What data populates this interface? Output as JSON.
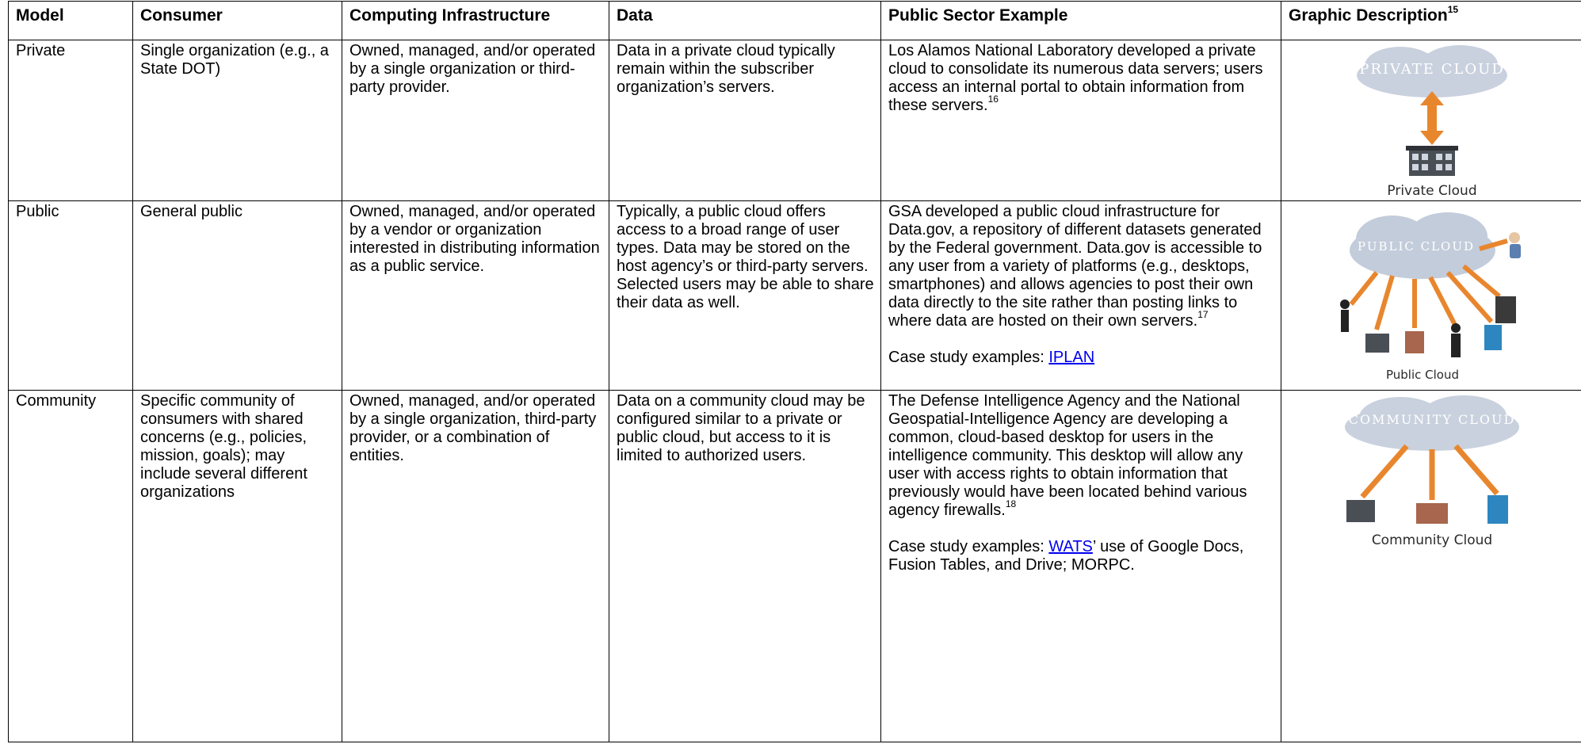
{
  "headers": {
    "model": "Model",
    "consumer": "Consumer",
    "computing": "Computing Infrastructure",
    "data": "Data",
    "example": "Public Sector Example",
    "graphic": "Graphic Description",
    "graphic_note": "15"
  },
  "rows": [
    {
      "model": "Private",
      "consumer": "Single organization (e.g., a State DOT)",
      "computing": "Owned, managed, and/or operated by a single organization or third-party provider.",
      "data": "Data in a private cloud typically remain within the subscriber organization’s servers.",
      "example": "Los Alamos National Laboratory developed a private cloud to consolidate its numerous data servers; users access an internal portal to obtain information from these servers.",
      "example_note": "16",
      "graphic_label": "PRIVATE CLOUD",
      "graphic_caption": "Private Cloud"
    },
    {
      "model": "Public",
      "consumer": "General public",
      "computing": "Owned, managed, and/or operated by a vendor or organization interested in distributing information as a public service.",
      "data": "Typically, a public cloud offers access to a broad range of user types. Data may be stored on the host agency’s or third-party servers. Selected users may be able to share their data as well.",
      "example": "GSA developed a public cloud infrastructure for Data.gov, a repository of different datasets generated by the Federal government. Data.gov is accessible to any user from a variety of platforms (e.g., desktops, smartphones) and allows agencies to post their own data directly to the site rather than posting links to where data are hosted on their own servers.",
      "example_note": "17",
      "case_prefix": "Case study examples: ",
      "case_link": "IPLAN",
      "graphic_label": "PUBLIC CLOUD",
      "graphic_caption": "Public Cloud"
    },
    {
      "model": "Community",
      "consumer": "Specific community of consumers with shared concerns (e.g., policies, mission, goals); may include several different organizations",
      "computing": "Owned, managed, and/or operated by a single organization, third-party provider, or a combination of entities.",
      "data": "Data on a community cloud may be configured similar to a private or public cloud, but access to it is limited to authorized users.",
      "example": "The Defense Intelligence Agency and the National Geospatial-Intelligence Agency are developing a common, cloud-based desktop for users in the intelligence community. This desktop will allow any user with access rights to obtain information that previously would have been located behind various agency firewalls.",
      "example_note": "18",
      "case_prefix": "Case study examples: ",
      "case_link": "WATS",
      "case_suffix": "’ use of Google Docs, Fusion Tables, and Drive; MORPC.",
      "graphic_label": "COMMUNITY CLOUD",
      "graphic_caption": "Community Cloud"
    }
  ],
  "colors": {
    "cloud": "#b9c3d3",
    "arrow": "#e8862e",
    "link": "#0000ee"
  }
}
